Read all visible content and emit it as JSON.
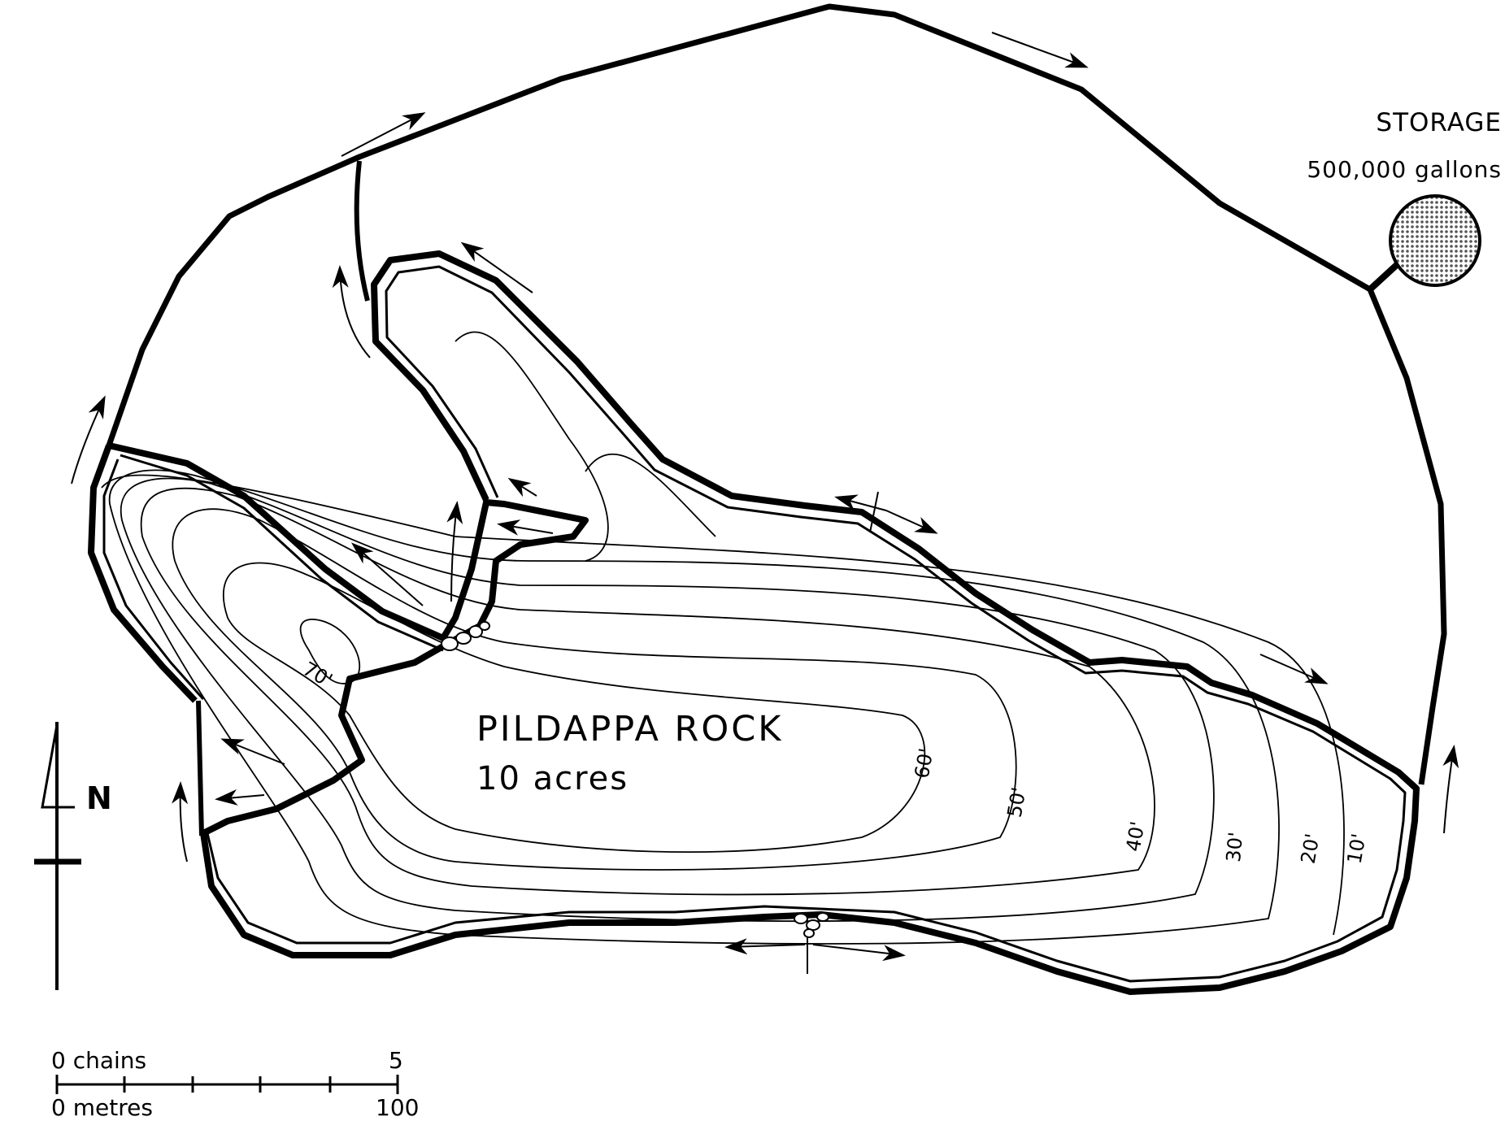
{
  "map": {
    "title": "PILDAPPA  ROCK",
    "area": "10 acres",
    "storage": {
      "label": "STORAGE",
      "capacity": "500,000 gallons",
      "fill_pattern": "stippled-grey"
    },
    "north_arrow": {
      "label": "N"
    },
    "contours": {
      "labels": [
        "70'",
        "60'",
        "50'",
        "40'",
        "30'",
        "20'",
        "10'"
      ]
    },
    "scale_bar": {
      "chains_start": "0 chains",
      "chains_end": "5",
      "metres_start": "0 metres",
      "metres_end": "100",
      "ticks": 6
    },
    "colors": {
      "ink": "#000000",
      "paper": "#ffffff",
      "storage_fill": "#9a9a9a"
    }
  }
}
